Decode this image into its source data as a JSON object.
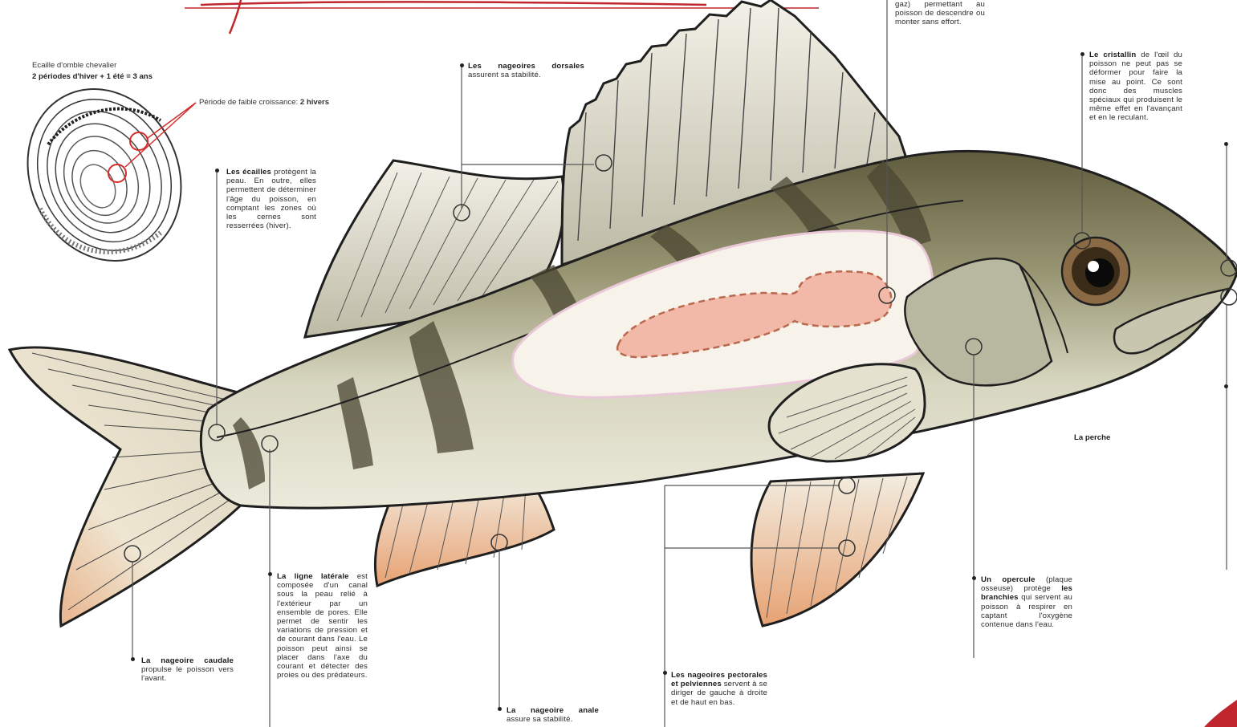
{
  "scale_caption": {
    "line1": "Ecaille d'omble chevalier",
    "line2": "2 périodes d'hiver + 1 été = 3 ans",
    "callout_prefix": "Période de faible croissance: ",
    "callout_bold": "2 hivers"
  },
  "species_label": "La perche",
  "labels": {
    "vessie": {
      "text": "gaz) permettant au poisson de descendre ou monter sans effort."
    },
    "cristallin": {
      "bold": "Le cristallin",
      "text": " de l'œil du poisson ne peut pas se déformer pour faire la mise au point. Ce sont donc des muscles spéciaux qui produisent le même effet en l'avançant et en le reculant."
    },
    "dorsales": {
      "bold": "Les nageoires dorsales",
      "text": " assurent sa stabilité."
    },
    "ecailles": {
      "bold": "Les écailles",
      "text": " protègent la peau. En outre, elles permettent de déterminer l'âge du poisson, en comptant les zones où les cernes sont resserrées (hiver)."
    },
    "laterale": {
      "bold": "La ligne latérale",
      "text": " est composée d'un canal sous la peau relié à l'extérieur par un ensemble de pores. Elle permet de sentir les variations de pression et de courant dans l'eau. Le poisson peut ainsi se placer dans l'axe du courant et détecter des proies ou des prédateurs."
    },
    "caudale": {
      "bold": "La nageoire caudale",
      "text": " propulse le poisson vers l'avant."
    },
    "anale": {
      "bold": "La nageoire anale",
      "text": " assure sa stabilité."
    },
    "pectorales": {
      "bold": "Les nageoires pectorales et pelviennes",
      "text": " servent à se diriger de gauche à droite et de haut en bas."
    },
    "opercule": {
      "bold": "Un opercule",
      "text": " (plaque osseuse) protège ",
      "bold2": "les branchies",
      "text2": " qui servent au poisson à respirer en captant l'oxygène contenue dans l'eau."
    }
  },
  "colors": {
    "title_red": "#c0262d",
    "fish_body": "#b9b79a",
    "fish_back": "#6f6b4a",
    "stripes": "#4a4632",
    "fin_orange": "#e9a070",
    "swim_bladder_white": "#f7f3ea",
    "swim_bladder_pink": "#f2b8a8",
    "scale_marker": "#d62a2a"
  }
}
